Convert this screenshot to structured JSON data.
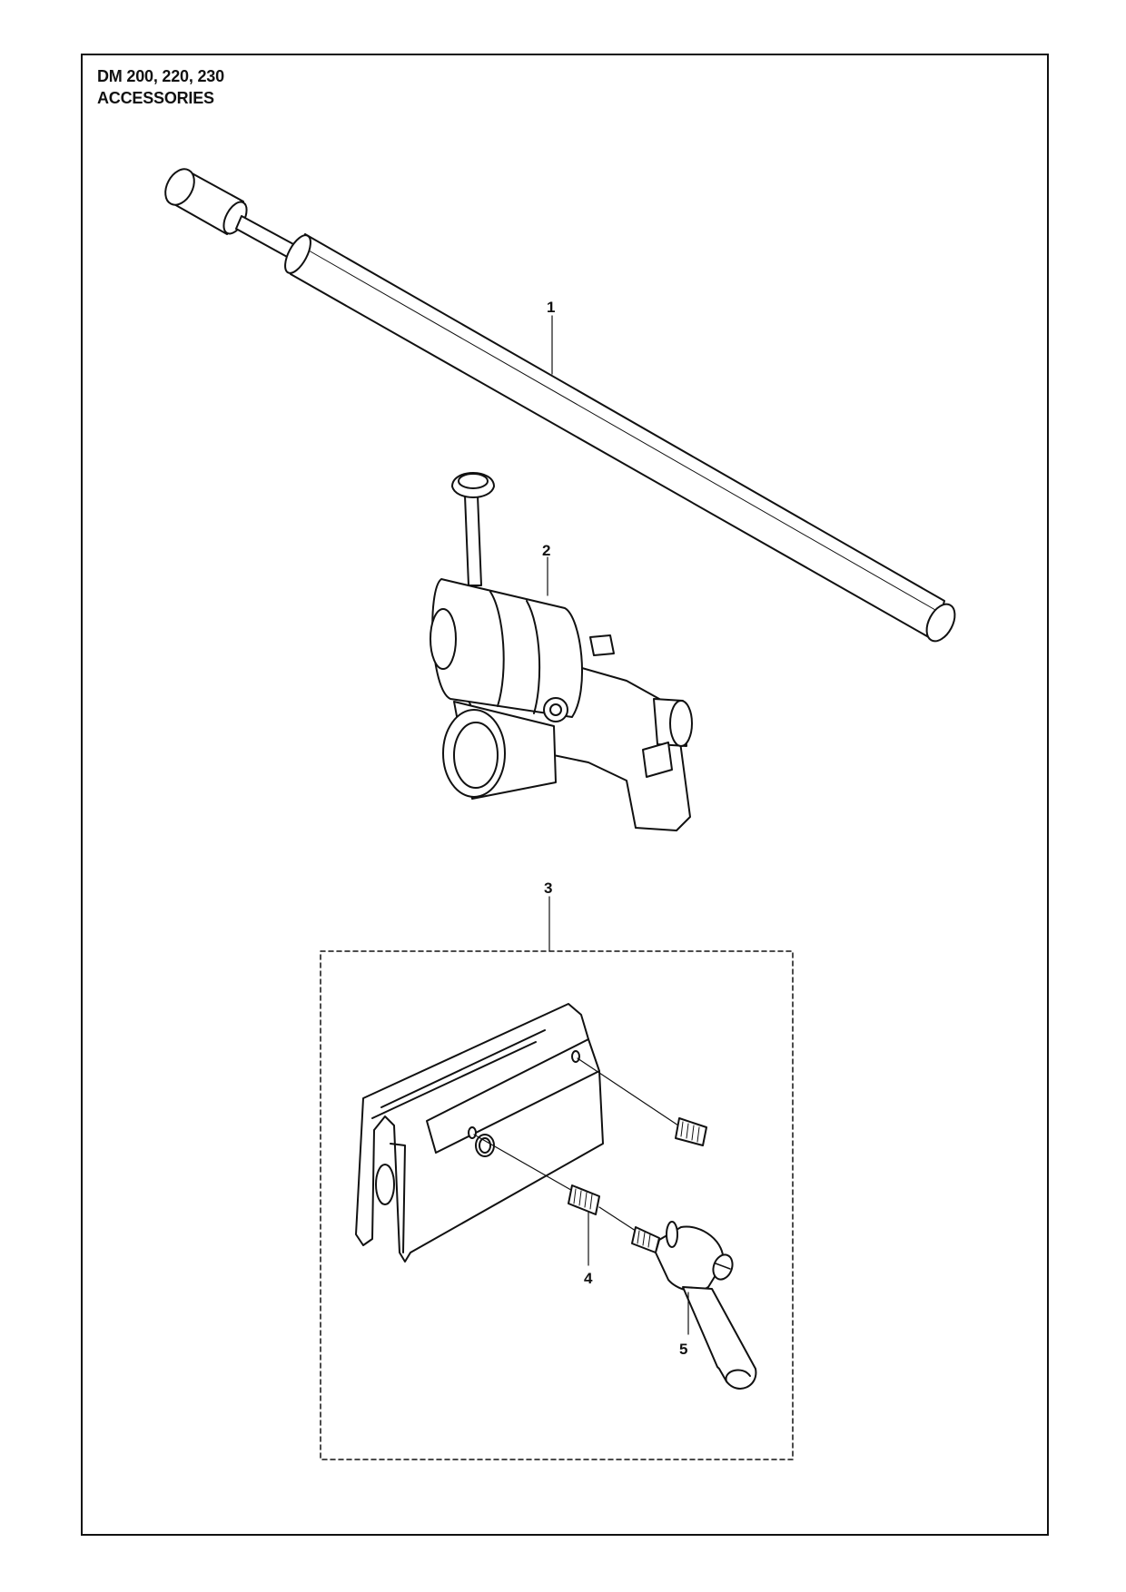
{
  "header": {
    "model_line": "DM 200, 220, 230",
    "section_line": "ACCESSORIES"
  },
  "callouts": [
    "1",
    "2",
    "3",
    "4",
    "5"
  ],
  "colors": {
    "line": "#111111",
    "paper": "#ffffff",
    "shade": "#dddddd"
  }
}
